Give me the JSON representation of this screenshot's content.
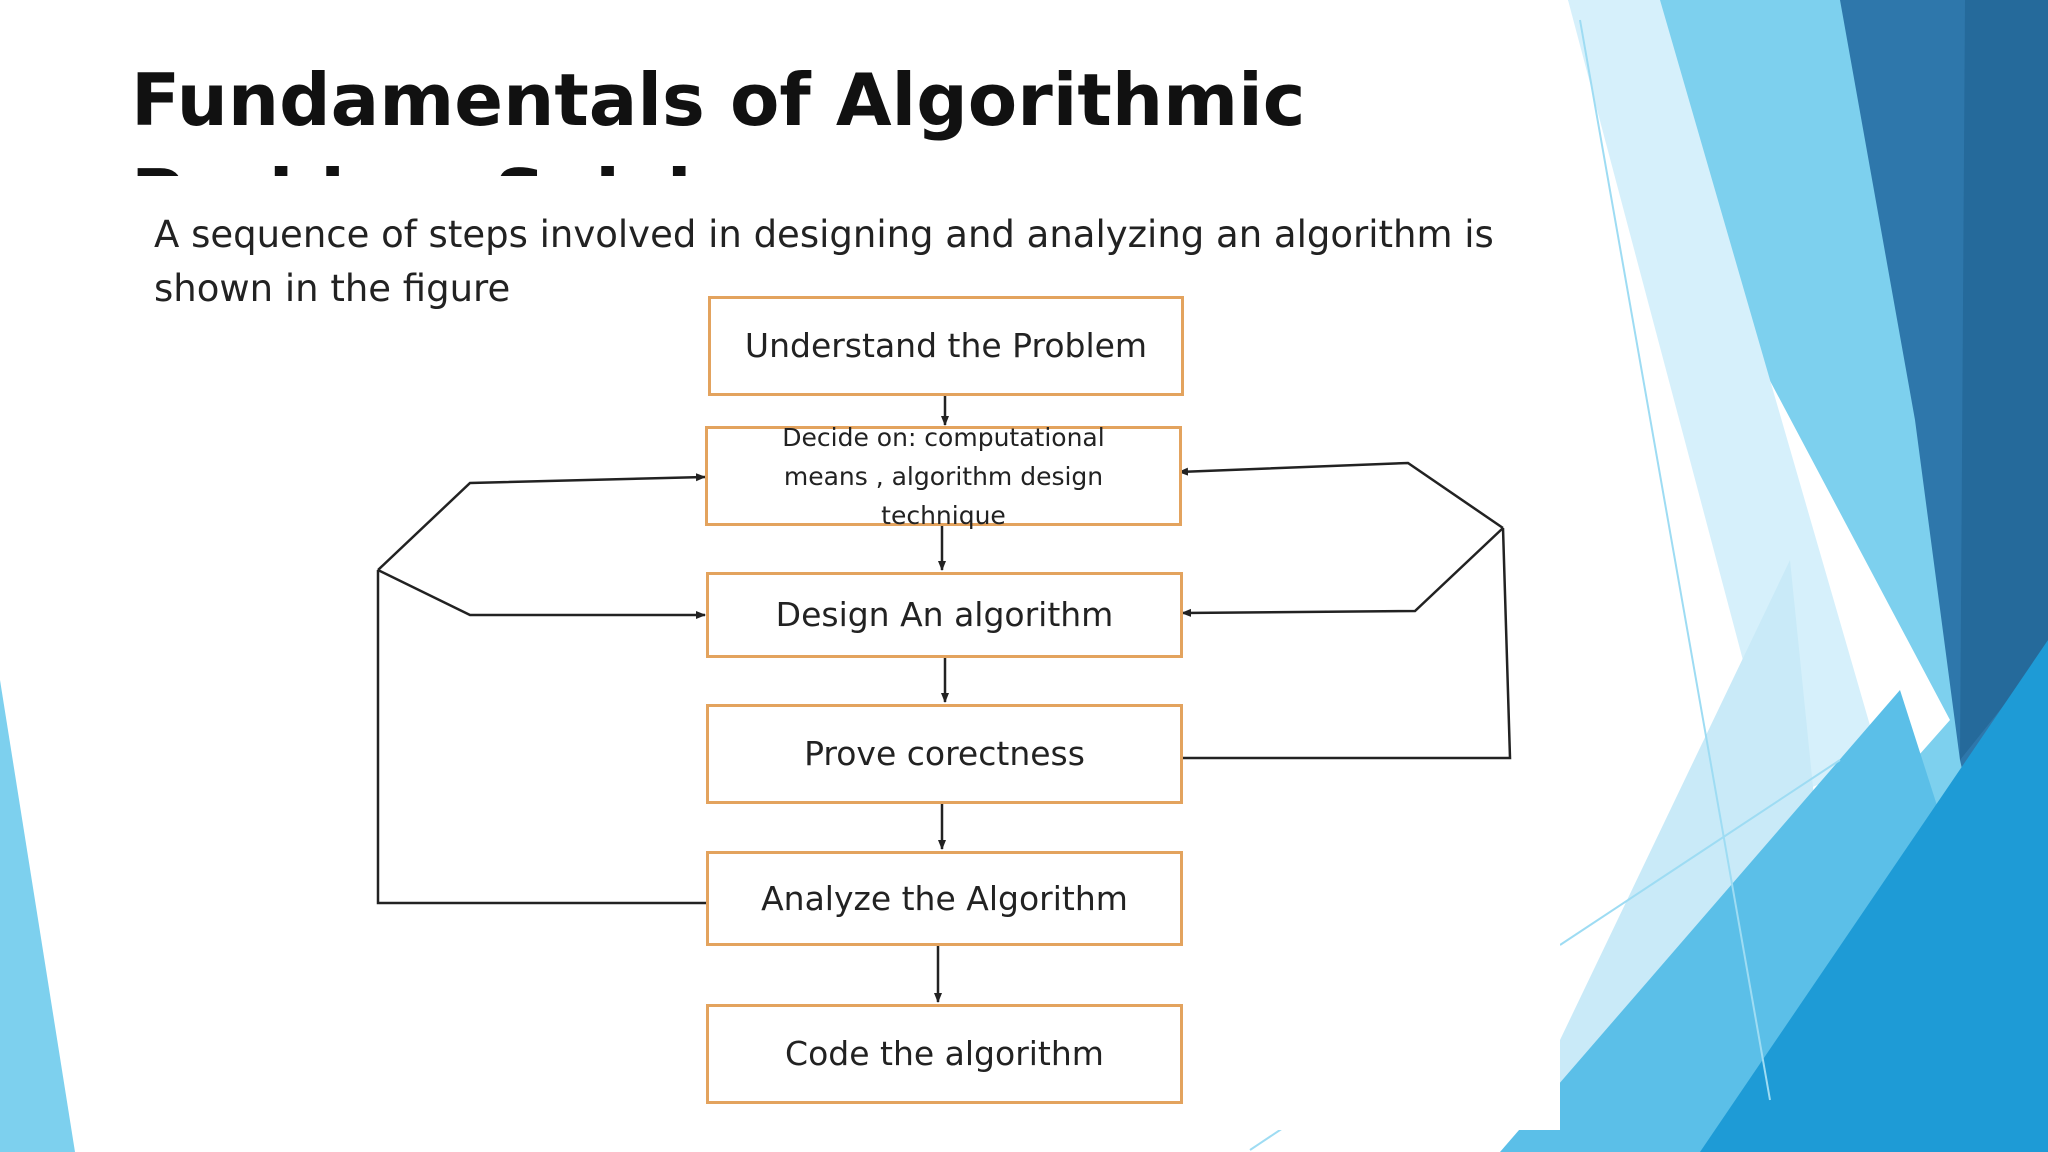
{
  "slide": {
    "title": "Fundamentals of Algorithmic Problem Solving",
    "intro": "A sequence of steps involved in designing and analyzing an algorithm is shown in the figure"
  },
  "flowchart": {
    "steps": [
      "Understand the Problem",
      "Decide on: computational means , algorithm design technique",
      "Design An algorithm",
      "Prove corectness",
      "Analyze the Algorithm",
      "Code the algorithm"
    ],
    "box_border_color": "#e3a35e",
    "arrow_color": "#222222"
  },
  "theme": {
    "accent_colors": [
      "#7dd0ee",
      "#2a6fa0",
      "#1e9bd6",
      "#bfe6f7"
    ]
  }
}
